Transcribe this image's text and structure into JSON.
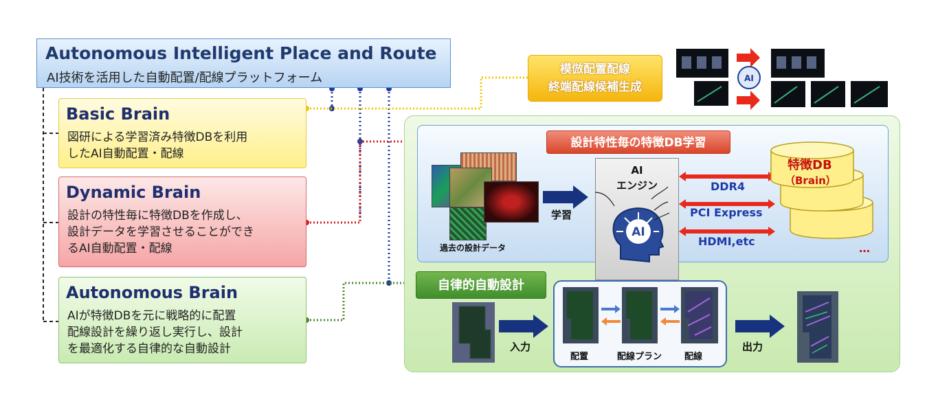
{
  "title": {
    "main": "Autonomous Intelligent Place and Route",
    "sub": "AI技術を活用した自動配置/配線プラットフォーム"
  },
  "brains": [
    {
      "title": "Basic Brain",
      "lines": [
        "図研による学習済み特徴DBを利用",
        "したAI自動配置・配線"
      ]
    },
    {
      "title": "Dynamic Brain",
      "lines": [
        "設計の特性毎に特徴DBを作成し、",
        "設計データを学習させることができ",
        "るAI自動配置・配線"
      ]
    },
    {
      "title": "Autonomous Brain",
      "lines": [
        "AIが特徴DBを元に戦略的に配置",
        "配線設計を繰り返し実行し、設計",
        "を最適化する自律的な自動設計"
      ]
    }
  ],
  "mimic_label": [
    "模倣配置配線",
    "終端配線候補生成"
  ],
  "learning": {
    "label": "設計特性毎の特徴DB学習",
    "past_data": "過去の設計データ",
    "learn": "学習",
    "engine": [
      "AI",
      "エンジン"
    ],
    "db": [
      "特徴DB",
      "（Brain）"
    ],
    "db_items": [
      "DDR4",
      "PCI Express",
      "HDMI,etc"
    ],
    "ellipsis": "…",
    "ai_icon": "AI"
  },
  "auto_design": {
    "label": "自律的自動設計",
    "input": "入力",
    "output": "出力",
    "steps": [
      "配置",
      "配線プラン",
      "配線"
    ]
  },
  "colors": {
    "title_text": "#1f3a6e",
    "basic_dot": "#f5c400",
    "dynamic_dot": "#d21f1f",
    "auto_dot": "#4a8a2a",
    "connector_blue": "#1c3c9a",
    "arrow_navy": "#17337f",
    "arrow_red": "#e8291c",
    "db_text": "#c4120f"
  },
  "icons": [
    "brain-ai-icon",
    "arrow-right-icon",
    "database-cylinder-icon",
    "pcb-board-icon"
  ]
}
